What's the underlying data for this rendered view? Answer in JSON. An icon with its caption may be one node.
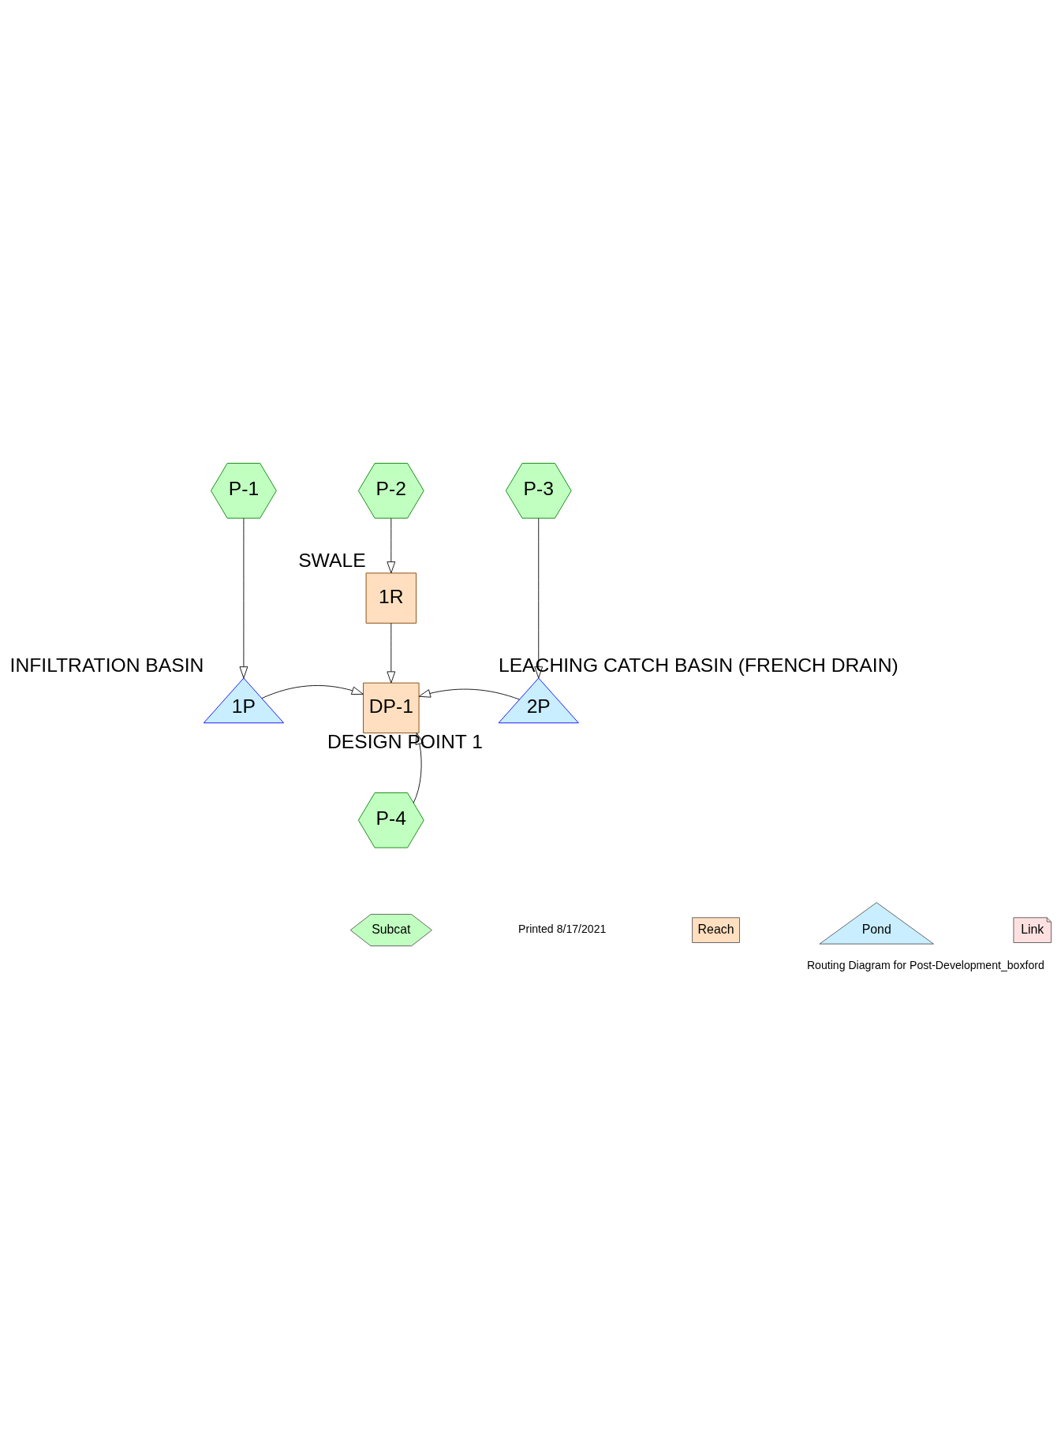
{
  "diagram": {
    "caption": "Routing Diagram for Post-Development_boxford",
    "nodes": [
      {
        "text": [
          "P-1"
        ]
      },
      {
        "text": [
          "P-2"
        ]
      },
      {
        "text": [
          "P-3"
        ]
      },
      {
        "text": [
          "1R"
        ],
        "beside": [
          "SWALE"
        ]
      },
      {
        "text": [
          "1P"
        ],
        "beside": [
          "INFILTRATION BASIN"
        ]
      },
      {
        "text": [
          "DP-1"
        ],
        "beside": [
          "DESIGN POINT 1"
        ]
      },
      {
        "text": [
          "2P"
        ],
        "beside": [
          "LEACHING CATCH BASIN (FRENCH DRAIN)"
        ]
      },
      {
        "text": [
          "P-4"
        ]
      }
    ],
    "edges": [
      {
        "from": 0,
        "to": 4,
        "arrow": "to"
      },
      {
        "from": 1,
        "to": 3,
        "arrow": "to"
      },
      {
        "from": 2,
        "to": 6,
        "arrow": "to"
      },
      {
        "from": 3,
        "to": 5,
        "arrow": "to"
      },
      {
        "from": 4,
        "to": 5,
        "arrow": "to"
      },
      {
        "from": 6,
        "to": 5,
        "arrow": "to"
      },
      {
        "from": 7,
        "to": 5,
        "arrow": "to"
      }
    ],
    "labels": [
      "Printed 8/17/2021"
    ],
    "legend": [
      {
        "text": "Subcat",
        "color": "#c0ffc0"
      },
      {
        "text": "Reach",
        "color": "#ffdfbf"
      },
      {
        "text": "Pond",
        "color": "#c8eeff"
      },
      {
        "text": "Link",
        "color": "#ffe0e0"
      }
    ]
  }
}
